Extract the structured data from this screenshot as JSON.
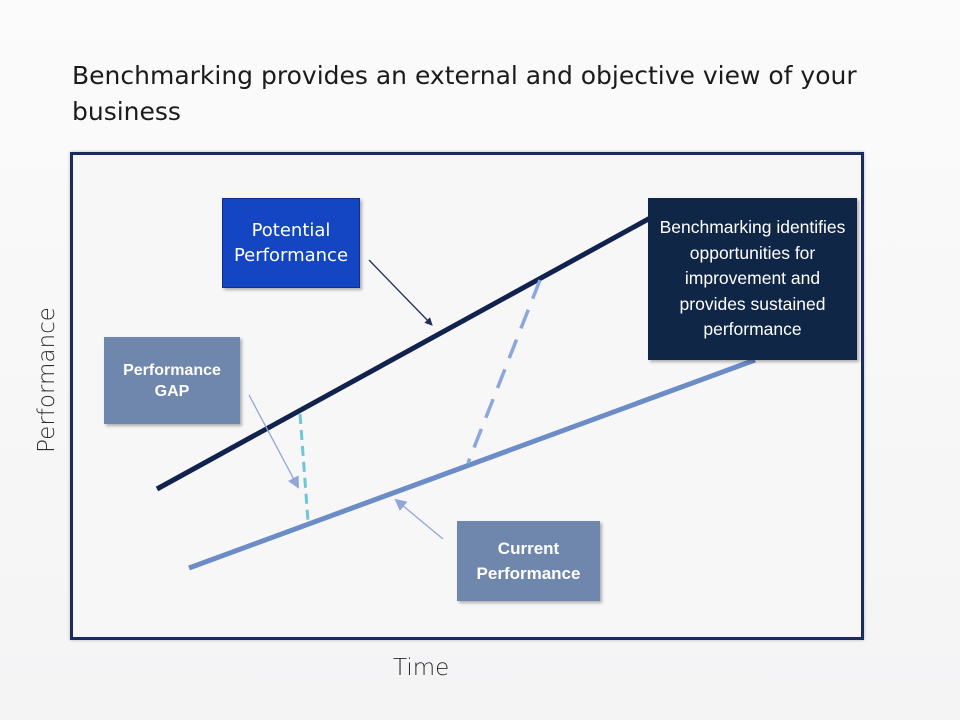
{
  "slide": {
    "title": "Benchmarking provides an external and objective view of your business"
  },
  "axes": {
    "x_label": "Time",
    "y_label": "Performance"
  },
  "boxes": {
    "potential_performance": "Potential Performance",
    "performance_gap": "Performance GAP",
    "benchmarking_note": "Benchmarking identifies opportunities for improvement and provides sustained performance",
    "current_performance": "Current Performance"
  },
  "colors": {
    "frame_border": "#1a2d5e",
    "potential_line": "#12224f",
    "current_line": "#6b8cc6",
    "gap_dash": "#6cc6dc",
    "improvement_dash": "#8aa7de",
    "potential_box": "#1446c4",
    "secondary_box": "#6f86ad",
    "benchmark_box": "#0f2646"
  }
}
